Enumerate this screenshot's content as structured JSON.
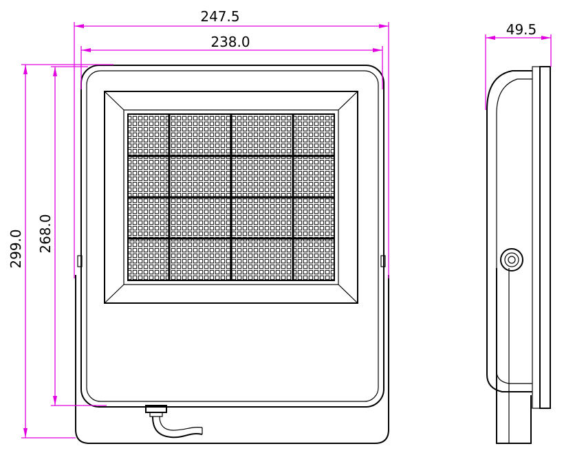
{
  "dimensions": {
    "total_width": "247.5",
    "frame_width": "238.0",
    "total_height": "299.0",
    "frame_height": "268.0",
    "depth": "49.5"
  },
  "colors": {
    "dimension": "#e000e0",
    "outline": "#000000",
    "background": "#ffffff"
  }
}
